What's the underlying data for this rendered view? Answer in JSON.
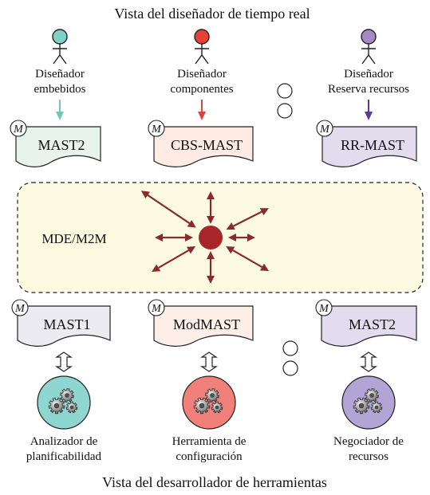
{
  "titles": {
    "top": "Vista del diseñador de tiempo real",
    "bottom": "Vista del desarrollador de herramientas"
  },
  "model_badge": "M",
  "designers": [
    {
      "line1": "Diseñador",
      "line2": "embebidos",
      "head_color": "#7fd3c4",
      "arrow_color": "#6fc7b5"
    },
    {
      "line1": "Diseñador",
      "line2": "componentes",
      "head_color": "#e8413a",
      "arrow_color": "#d9453b"
    },
    {
      "line1": "Diseñador",
      "line2": "Reserva recursos",
      "head_color": "#a58ac8",
      "arrow_color": "#5a3a93"
    }
  ],
  "top_docs": [
    {
      "label": "MAST2",
      "fill": "#e8f3ec"
    },
    {
      "label": "CBS-MAST",
      "fill": "#fdebe4"
    },
    {
      "label": "RR-MAST",
      "fill": "#e3dcef"
    }
  ],
  "transform": {
    "label": "MDE/M2M",
    "fill": "#fdfae2",
    "hub_color": "#a8262a",
    "arrow_color": "#8b2a2c"
  },
  "bottom_docs": [
    {
      "label": "MAST1",
      "fill": "#ecebf1"
    },
    {
      "label": "ModMAST",
      "fill": "#fdeee8"
    },
    {
      "label": "MAST2",
      "fill": "#e2dcee"
    }
  ],
  "tools": [
    {
      "line1": "Analizador de",
      "line2": "planificabilidad",
      "fill": "#8ed6cf"
    },
    {
      "line1": "Herramienta de",
      "line2": "configuración",
      "fill": "#f08079"
    },
    {
      "line1": "Negociador de",
      "line2": "recursos",
      "fill": "#b3a4d6"
    }
  ]
}
